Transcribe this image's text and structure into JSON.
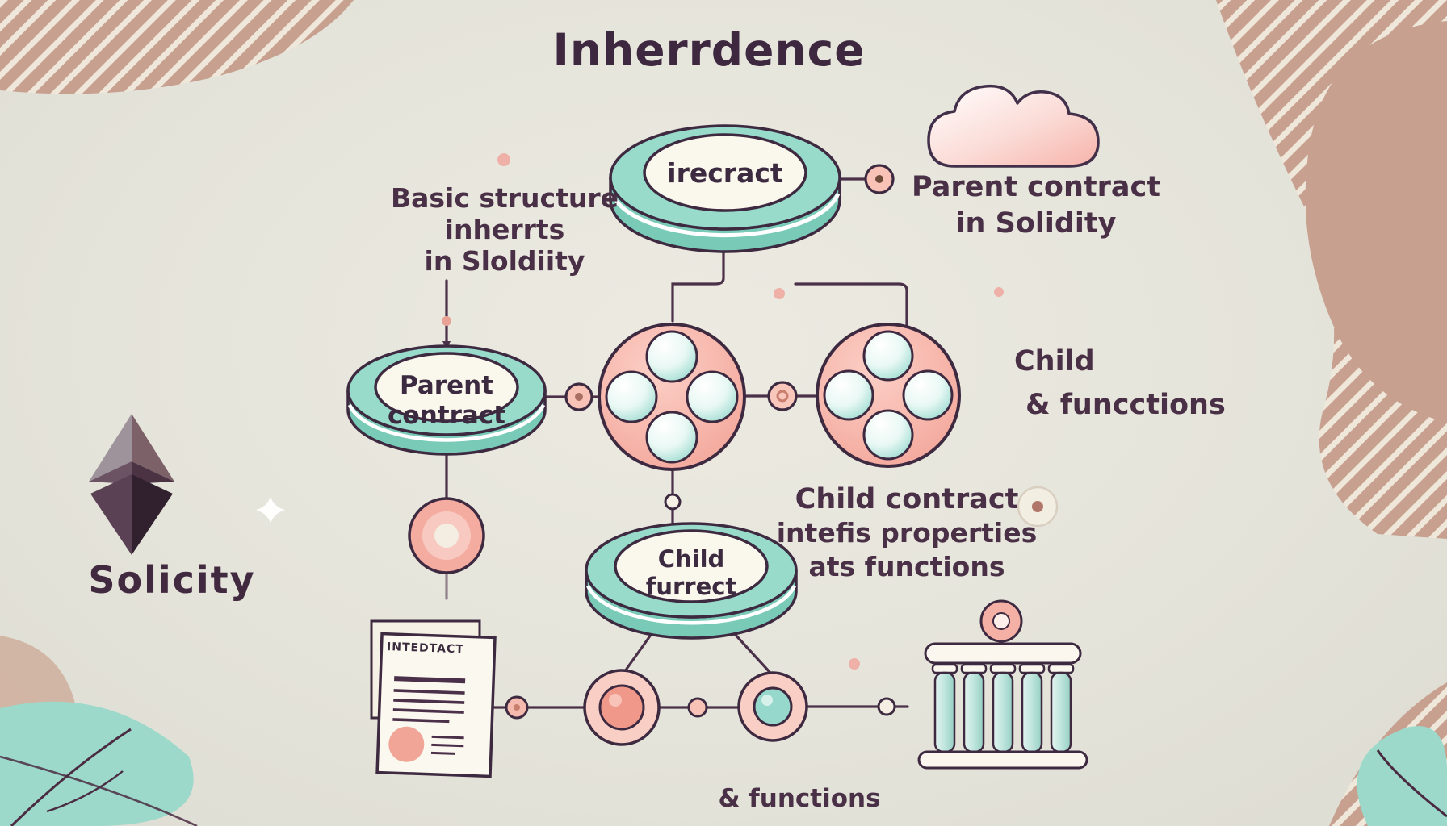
{
  "title": "Inherrdence",
  "brand": {
    "name": "Solicity"
  },
  "diagram": {
    "top_node": {
      "label": "irecract"
    },
    "parent_node": {
      "line1": "Parent",
      "line2": "contract"
    },
    "child_node": {
      "line1": "Child",
      "line2": "furrect"
    },
    "annotations": {
      "basic_structure": {
        "line1": "Basic structure",
        "line2": "inherrts",
        "line3": "in Sloldiity"
      },
      "parent_solidity": {
        "line1": "Parent contract",
        "line2": "in Solidity"
      },
      "child_functions": {
        "line1": "Child",
        "line2": "& funcctions"
      },
      "child_contract": {
        "line1": "Child contract",
        "line2": "intefis properties",
        "line3": "ats functions"
      },
      "functions_caption": "& functions"
    },
    "document_label": "INTEDTACT"
  },
  "colors": {
    "background": "#e5e4da",
    "outline": "#422b40",
    "teal_disc": "#98dbca",
    "teal_wall": "#79cbb8",
    "inner_cream": "#faf7ed",
    "pink_circle": "#f6b4a9",
    "sphere_aqua": "#a7dfd5",
    "tan_blob": "#c7a08f",
    "stripe_cream": "#efe7da",
    "leaf_teal": "#9cd9ca",
    "text": "#46304a"
  }
}
